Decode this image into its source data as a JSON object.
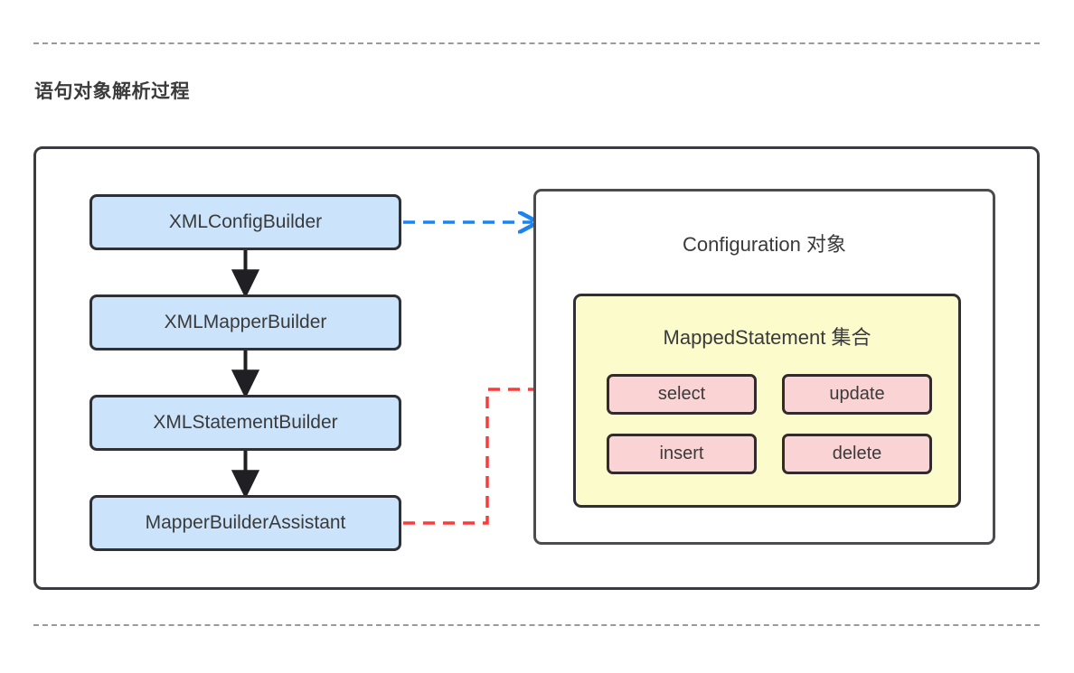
{
  "page": {
    "section_title": "语句对象解析过程",
    "background": "#ffffff",
    "divider_color": "#9a9a9a"
  },
  "colors": {
    "builder_fill": "#cbe4fb",
    "builder_border": "#2f2f34",
    "container_border": "#3b3b42",
    "configuration_border": "#4b4b50",
    "mappedstatement_fill": "#fcfbcc",
    "statement_fill": "#fad4d4",
    "flow_arrow": "#1f1f24",
    "blue_dashed_arrow": "#1a84f0",
    "red_dashed_arrow": "#fa3b3b",
    "text": "#3a3a3a"
  },
  "diagram": {
    "type": "flow",
    "builders": [
      {
        "id": "xmlconfigbuilder",
        "label": "XMLConfigBuilder"
      },
      {
        "id": "xmlmapperbuilder",
        "label": "XMLMapperBuilder"
      },
      {
        "id": "xmlstatementbuilder",
        "label": "XMLStatementBuilder"
      },
      {
        "id": "mapperbuilderassist",
        "label": "MapperBuilderAssistant"
      }
    ],
    "configuration": {
      "label": "Configuration 对象",
      "mapped_statement": {
        "label": "MappedStatement 集合",
        "statements": [
          {
            "id": "select",
            "label": "select"
          },
          {
            "id": "update",
            "label": "update"
          },
          {
            "id": "insert",
            "label": "insert"
          },
          {
            "id": "delete",
            "label": "delete"
          }
        ]
      }
    },
    "edges": [
      {
        "from": "xmlconfigbuilder",
        "to": "xmlmapperbuilder",
        "style": "solid",
        "color": "#1f1f24"
      },
      {
        "from": "xmlmapperbuilder",
        "to": "xmlstatementbuilder",
        "style": "solid",
        "color": "#1f1f24"
      },
      {
        "from": "xmlstatementbuilder",
        "to": "mapperbuilderassist",
        "style": "solid",
        "color": "#1f1f24"
      },
      {
        "from": "xmlconfigbuilder",
        "to": "configuration",
        "style": "dashed",
        "color": "#1a84f0"
      },
      {
        "from": "mapperbuilderassist",
        "to": "mapped_statement",
        "style": "dashed",
        "color": "#fa3b3b"
      }
    ]
  }
}
